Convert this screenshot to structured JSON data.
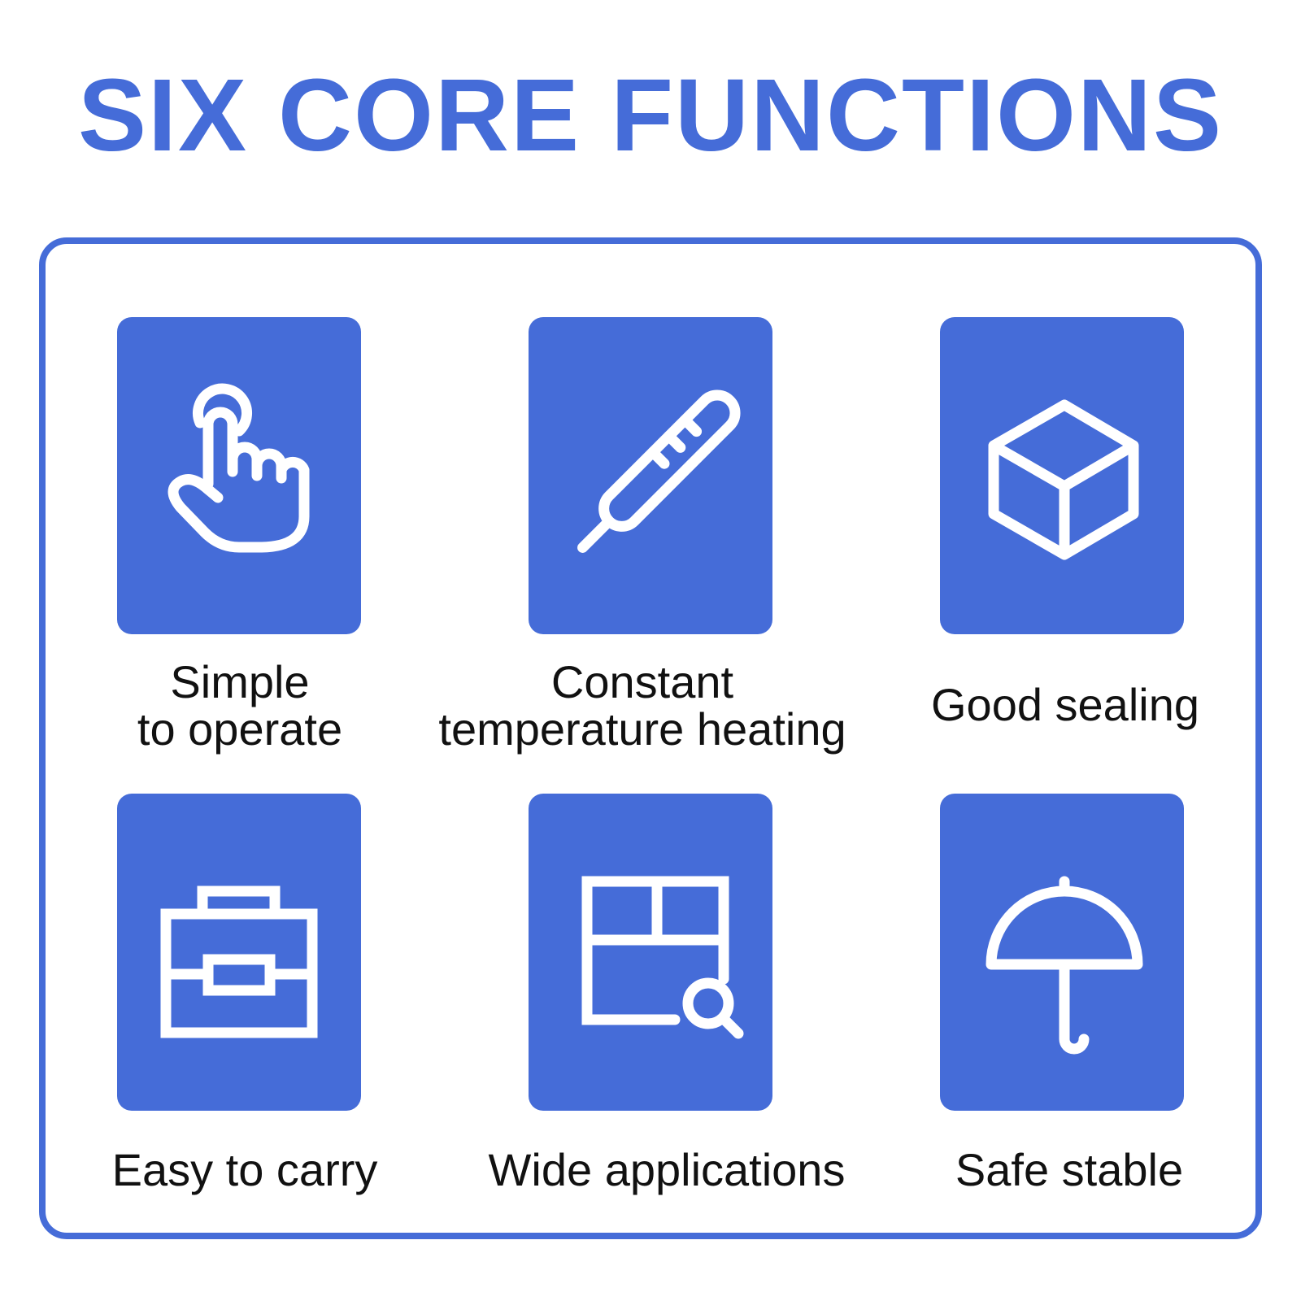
{
  "title": "SIX CORE FUNCTIONS",
  "colors": {
    "accent": "#456cd8",
    "text": "#111111",
    "icon": "#ffffff"
  },
  "features": [
    {
      "icon": "tap-hand-icon",
      "lines": [
        "Simple",
        "to operate"
      ]
    },
    {
      "icon": "thermometer-icon",
      "lines": [
        "Constant",
        "temperature heating"
      ]
    },
    {
      "icon": "cube-icon",
      "lines": [
        "Good sealing"
      ]
    },
    {
      "icon": "toolbox-icon",
      "lines": [
        "Easy to carry"
      ]
    },
    {
      "icon": "window-search-icon",
      "lines": [
        "Wide applications"
      ]
    },
    {
      "icon": "umbrella-icon",
      "lines": [
        "Safe stable"
      ]
    }
  ]
}
